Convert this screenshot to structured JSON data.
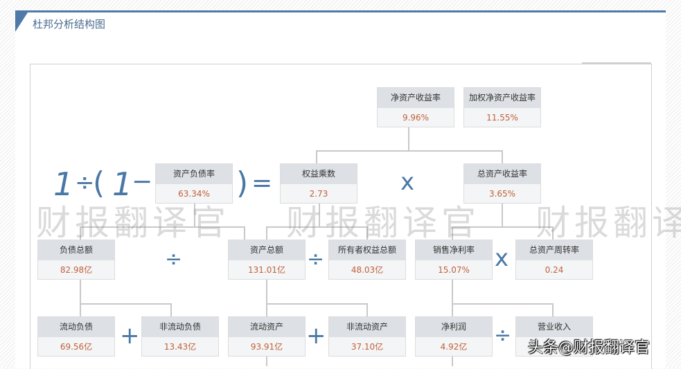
{
  "panel": {
    "title": "杜邦分析结构图"
  },
  "nodes": {
    "roe": {
      "label": "净资产收益率",
      "value": "9.96%"
    },
    "weighted_roe": {
      "label": "加权净资产收益率",
      "value": "11.55%"
    },
    "debt_ratio": {
      "label": "资产负债率",
      "value": "63.34%"
    },
    "equity_mult": {
      "label": "权益乘数",
      "value": "2.73"
    },
    "roa": {
      "label": "总资产收益率",
      "value": "3.65%"
    },
    "total_debt": {
      "label": "负债总额",
      "value": "82.98亿"
    },
    "total_assets": {
      "label": "资产总额",
      "value": "131.01亿"
    },
    "total_equity": {
      "label": "所有者权益总额",
      "value": "48.03亿"
    },
    "net_margin": {
      "label": "销售净利率",
      "value": "15.07%"
    },
    "asset_turnover": {
      "label": "总资产周转率",
      "value": "0.24"
    },
    "current_liab": {
      "label": "流动负债",
      "value": "69.56亿"
    },
    "noncurrent_liab": {
      "label": "非流动负债",
      "value": "13.43亿"
    },
    "current_assets": {
      "label": "流动资产",
      "value": "93.91亿"
    },
    "noncurrent_assets": {
      "label": "非流动资产",
      "value": "37.10亿"
    },
    "net_profit": {
      "label": "净利润",
      "value": "4.92亿"
    },
    "revenue": {
      "label": "营业收入",
      "value": ""
    }
  },
  "operators": {
    "one": "1",
    "div": "÷",
    "lparen": "(",
    "minus": "−",
    "rparen": ")",
    "eq": "=",
    "times": "x",
    "plus": "+"
  },
  "watermark": "财报翻译官",
  "credit": "头条@财报翻译官",
  "colors": {
    "accent": "#4f7aa8",
    "value": "#c0603a",
    "label_bg": "#dde0e4"
  }
}
